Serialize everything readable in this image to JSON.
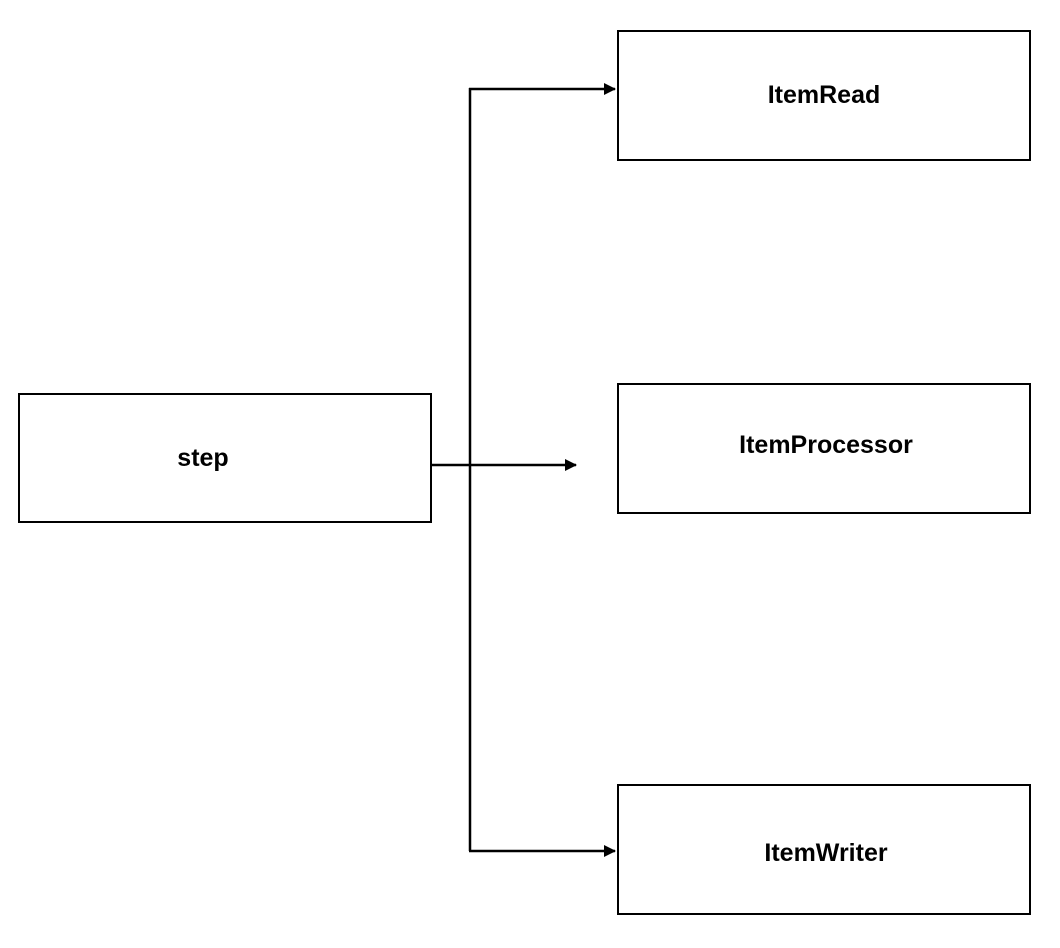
{
  "nodes": {
    "step": {
      "label": "step"
    },
    "reader": {
      "label": "ItemRead"
    },
    "processor": {
      "label": "ItemProcessor"
    },
    "writer": {
      "label": "ItemWriter"
    }
  },
  "edges": [
    {
      "from": "step",
      "to": "reader"
    },
    {
      "from": "step",
      "to": "processor"
    },
    {
      "from": "step",
      "to": "writer"
    }
  ],
  "colors": {
    "stroke": "#000000",
    "background": "#ffffff"
  }
}
